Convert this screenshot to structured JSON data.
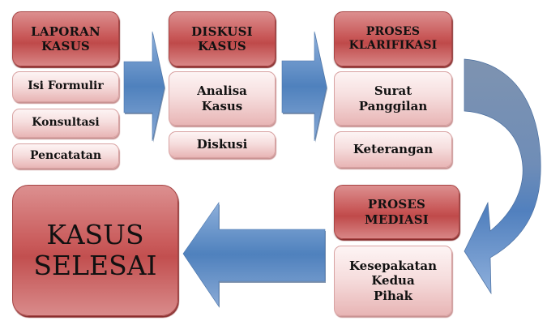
{
  "diagram": {
    "stages": [
      {
        "title": "LAPORAN KASUS",
        "title_lines": [
          "LAPORAN",
          "KASUS"
        ],
        "steps": [
          "Isi Formulir",
          "Konsultasi",
          "Pencatatan"
        ]
      },
      {
        "title": "DISKUSI KASUS",
        "title_lines": [
          "DISKUSI",
          "KASUS"
        ],
        "steps": [
          {
            "lines": [
              "Analisa",
              "Kasus"
            ]
          },
          "Diskusi"
        ]
      },
      {
        "title": "PROSES KLARIFIKASI",
        "title_lines": [
          "PROSES",
          "KLARIFIKASI"
        ],
        "steps": [
          {
            "lines": [
              "Surat",
              "Panggilan"
            ]
          },
          "Keterangan"
        ]
      },
      {
        "title": "PROSES MEDIASI",
        "title_lines": [
          "PROSES",
          "MEDIASI"
        ],
        "steps": [
          {
            "lines": [
              "Kesepakatan",
              "Kedua",
              "Pihak"
            ]
          }
        ]
      }
    ],
    "final": {
      "title": "KASUS SELESAI",
      "title_lines": [
        "KASUS",
        "SELESAI"
      ]
    },
    "flow": [
      "LAPORAN KASUS",
      "DISKUSI KASUS",
      "PROSES KLARIFIKASI",
      "PROSES MEDIASI",
      "KASUS SELESAI"
    ],
    "colors": {
      "header_red": "#c75555",
      "sub_pink": "#f6dede",
      "arrow_blue": "#4f81bd",
      "arrow_blue_dark": "#7f95b2"
    }
  }
}
